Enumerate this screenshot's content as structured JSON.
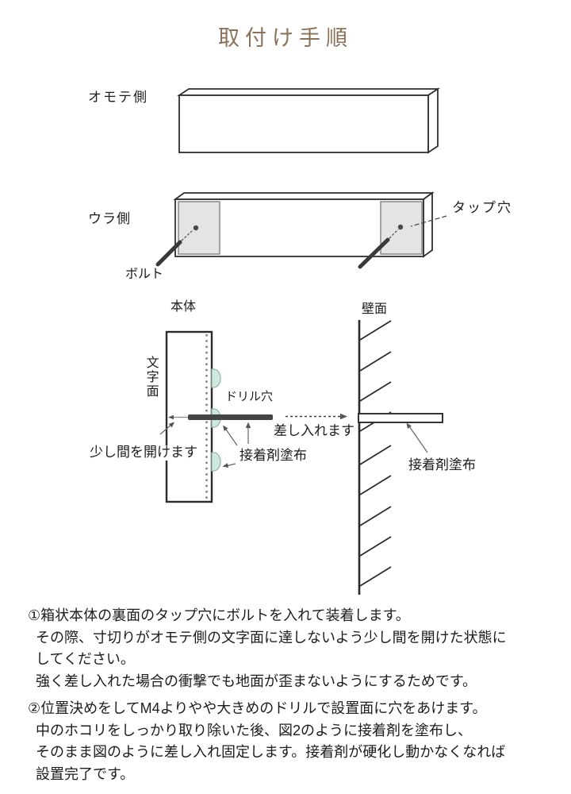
{
  "title": "取付け手順",
  "colors": {
    "title_accent": "#8a7158",
    "adhesive": "#cfe9dd",
    "panel": "#e4e4e4",
    "bar_dark": "#454545"
  },
  "figure_front": {
    "label": "オモテ側"
  },
  "figure_back": {
    "label": "ウラ側",
    "tap_hole": "タップ穴",
    "bolt": "ボルト"
  },
  "figure_install": {
    "body": "本体",
    "wall": "壁面",
    "letter_face": "文字面",
    "drill_hole": "ドリル穴",
    "insert": "差し入れます",
    "gap": "少し間を開けます",
    "adhesive_left": "接着剤塗布",
    "adhesive_right": "接着剤塗布"
  },
  "instructions": {
    "step1": {
      "lines": [
        "①箱状本体の裏面のタップ穴にボルトを入れて装着します。",
        "その際、寸切りがオモテ側の文字面に達しないよう少し間を開けた状態に",
        "してください。",
        "強く差し入れた場合の衝撃でも地面が歪まないようにするためです。"
      ]
    },
    "step2": {
      "lines": [
        "②位置決めをしてM4よりやや大きめのドリルで設置面に穴をあけます。",
        "中のホコリをしっかり取り除いた後、図2のように接着剤を塗布し、",
        "そのまま図のように差し入れ固定します。接着剤が硬化し動かなくなれば",
        "設置完了です。"
      ]
    }
  }
}
